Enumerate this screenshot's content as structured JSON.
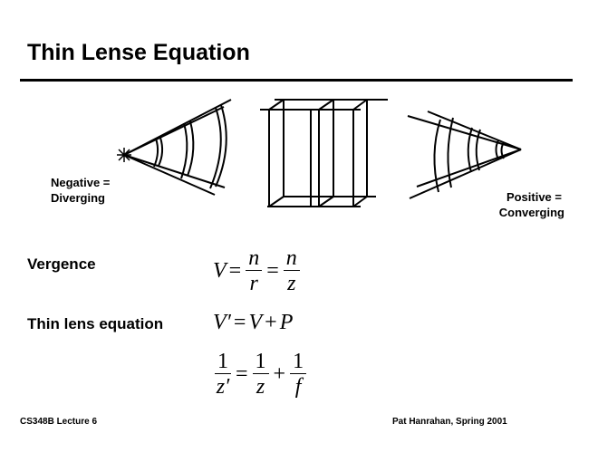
{
  "slide": {
    "title": "Thin Lense Equation",
    "diagram": {
      "negative_label": "Negative =",
      "diverging_label": "Diverging",
      "positive_label": "Positive =",
      "converging_label": "Converging"
    },
    "vergence": {
      "label": "Vergence",
      "lhs": "V",
      "eq1": "=",
      "n1": "n",
      "r": "r",
      "eq2": "=",
      "n2": "n",
      "z": "z"
    },
    "thin_lens": {
      "label": "Thin lens equation",
      "line1": {
        "lhs": "V′",
        "eq": "=",
        "v": "V",
        "plus": "+",
        "p": "P"
      },
      "line2": {
        "one1": "1",
        "zp": "z′",
        "eq": "=",
        "one2": "1",
        "z": "z",
        "plus": "+",
        "one3": "1",
        "f": "f"
      }
    },
    "footer": {
      "left": "CS348B Lecture 6",
      "right": "Pat Hanrahan, Spring 2001"
    }
  }
}
